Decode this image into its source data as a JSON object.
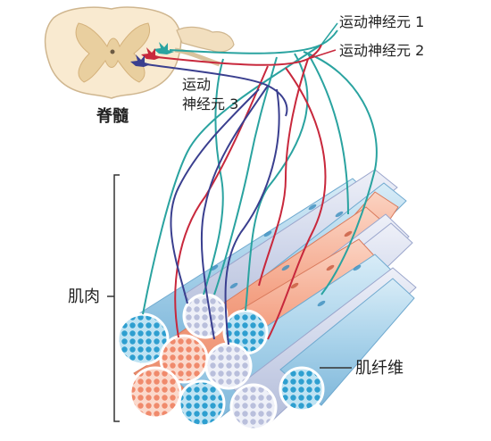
{
  "labels": {
    "spinal_cord": "脊髓",
    "motor_neuron_1": "运动神经元 1",
    "motor_neuron_2": "运动神经元 2",
    "motor_neuron_3_line1": "运动",
    "motor_neuron_3_line2": "神经元 3",
    "muscle": "肌肉",
    "muscle_fiber": "肌纤维"
  },
  "colors": {
    "neuron_1": "#2aa3a0",
    "neuron_2": "#c8283c",
    "neuron_3": "#3a3f8f",
    "fiber_red": "#f29a7e",
    "fiber_blue": "#9ccbe6",
    "fiber_grey": "#c9d3ea",
    "spinal_cord": "#f7e6c7",
    "grey_matter": "#e6c79a"
  }
}
